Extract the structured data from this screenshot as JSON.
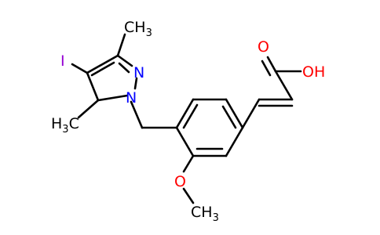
{
  "labels": {
    "me_top": "CH",
    "me_top_sub": "3",
    "iodine": "I",
    "n2": "N",
    "n1": "N",
    "me_left": "H",
    "me_left_sub": "3",
    "me_left_c": "C",
    "carbonyl_o": "O",
    "oh": "OH",
    "ether_o": "O",
    "methoxy_me": "CH",
    "methoxy_me_sub": "3"
  },
  "colors": {
    "bond": "#000000",
    "carbon_label": "#000000",
    "nitrogen": "#0000ff",
    "oxygen": "#ff0000",
    "iodine": "#9400d3"
  }
}
